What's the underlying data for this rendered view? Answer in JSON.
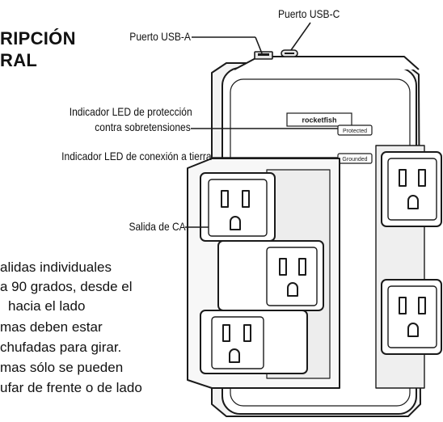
{
  "heading": {
    "line1": "RIPCIÓN",
    "line2": "RAL"
  },
  "callouts": {
    "usb_a": "Puerto USB-A",
    "usb_c": "Puerto USB-C",
    "surge_led_line1": "Indicador LED de protección",
    "surge_led_line2": "contra sobretensiones",
    "ground_led": "Indicador LED de conexión a tierra",
    "ac_outlet": "Salida de CA"
  },
  "device": {
    "brand": "rocketfish",
    "protected_label": "Protected",
    "grounded_label": "Grounded"
  },
  "body_text": [
    "alidas individuales",
    "a 90 grados, desde el",
    "hacia el lado",
    "mas deben estar",
    "chufadas para girar.",
    "mas sólo se pueden",
    "ufar de frente o de lado"
  ]
}
